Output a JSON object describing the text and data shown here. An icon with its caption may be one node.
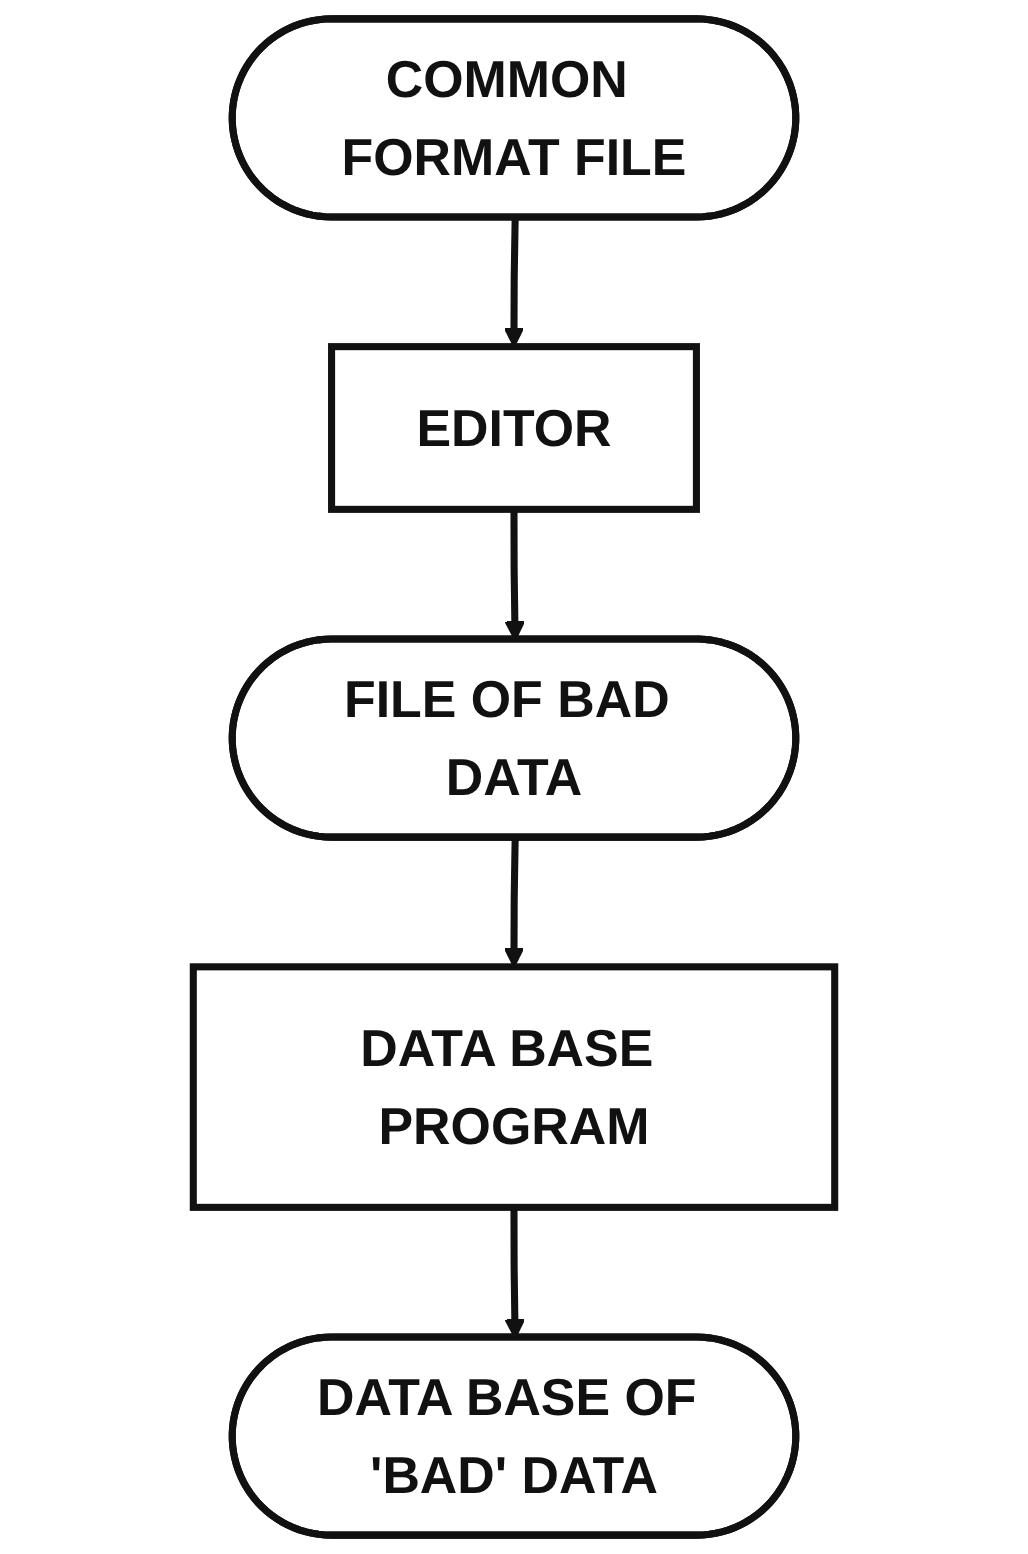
{
  "diagram": {
    "nodes": [
      {
        "text": [
          "COMMON FORMAT FILE"
        ]
      },
      {
        "text": [
          "EDITOR"
        ]
      },
      {
        "text": [
          "FILE OF BAD DATA"
        ]
      },
      {
        "text": [
          "DATA BASE PROGRAM"
        ]
      },
      {
        "text": [
          "DATA BASE OF 'BAD' DATA"
        ]
      }
    ],
    "edges": [
      {
        "from": 0,
        "to": 1,
        "arrow": "to"
      },
      {
        "from": 1,
        "to": 2,
        "arrow": "to"
      },
      {
        "from": 2,
        "to": 3,
        "arrow": "to"
      },
      {
        "from": 3,
        "to": 4,
        "arrow": "to"
      }
    ]
  }
}
